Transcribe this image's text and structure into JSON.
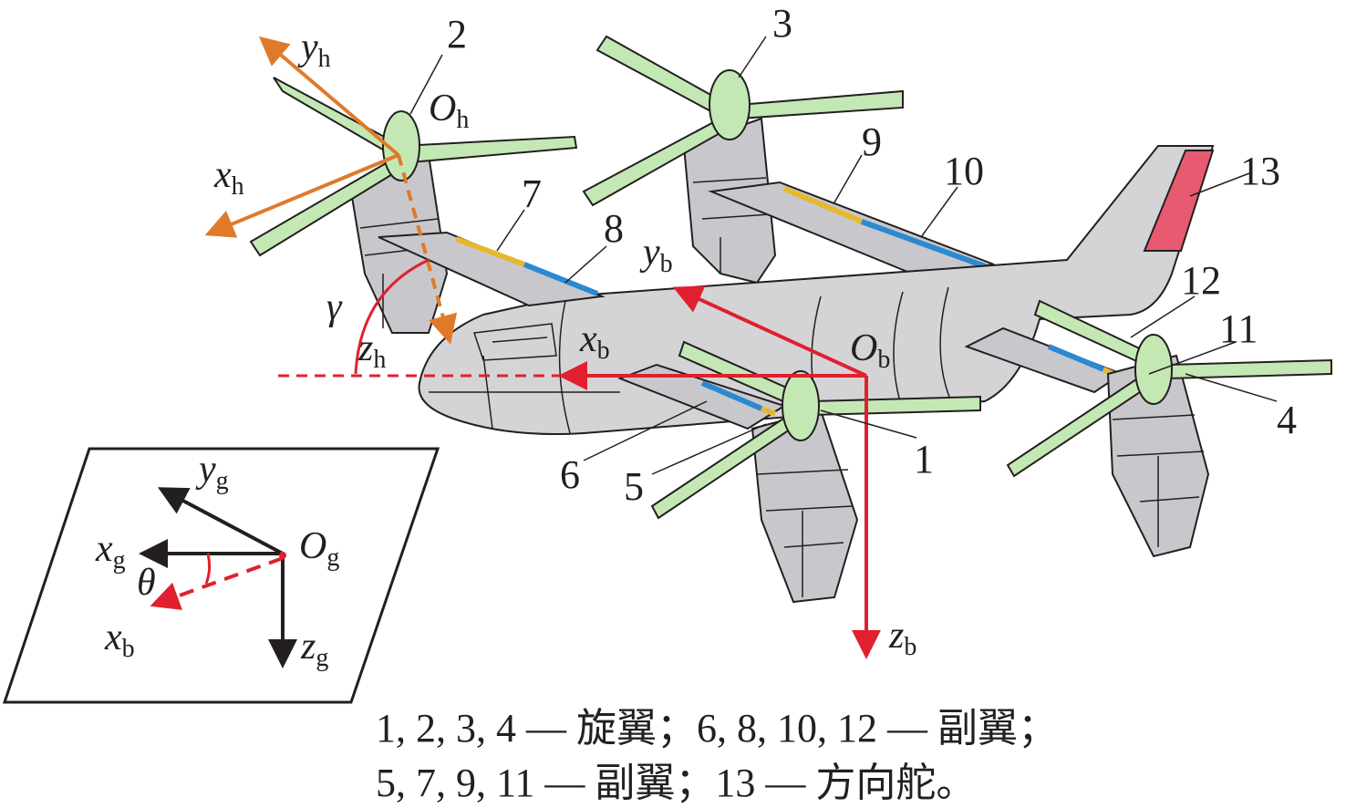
{
  "labels": {
    "n1": "1",
    "n2": "2",
    "n3": "3",
    "n4": "4",
    "n5": "5",
    "n6": "6",
    "n7": "7",
    "n8": "8",
    "n9": "9",
    "n10": "10",
    "n11": "11",
    "n12": "12",
    "n13": "13"
  },
  "axes": {
    "yh": {
      "main": "y",
      "sub": "h"
    },
    "xh": {
      "main": "x",
      "sub": "h"
    },
    "zh": {
      "main": "z",
      "sub": "h"
    },
    "Oh": {
      "main": "O",
      "sub": "h"
    },
    "yb": {
      "main": "y",
      "sub": "b"
    },
    "xb": {
      "main": "x",
      "sub": "b"
    },
    "zb": {
      "main": "z",
      "sub": "b"
    },
    "Ob": {
      "main": "O",
      "sub": "b"
    },
    "yg": {
      "main": "y",
      "sub": "g"
    },
    "xg": {
      "main": "x",
      "sub": "g"
    },
    "zg": {
      "main": "z",
      "sub": "g"
    },
    "Og": {
      "main": "O",
      "sub": "g"
    },
    "xb_ground": {
      "main": "x",
      "sub": "b"
    },
    "gamma": "γ",
    "theta": "θ"
  },
  "caption": {
    "line1": "1, 2, 3, 4 — 旋翼；6, 8, 10, 12 — 副翼；",
    "line2": "5, 7, 9, 11 — 副翼；13 — 方向舵。"
  },
  "colors": {
    "body_axes": "#e0202e",
    "rotor_axes": "#e07a2a",
    "rotor_blade": "#c4e8b4",
    "nacelle": "#c8c8cc",
    "rudder": "#e85a70",
    "aileron_yellow": "#e6b830",
    "aileron_blue": "#2a8ad0"
  }
}
